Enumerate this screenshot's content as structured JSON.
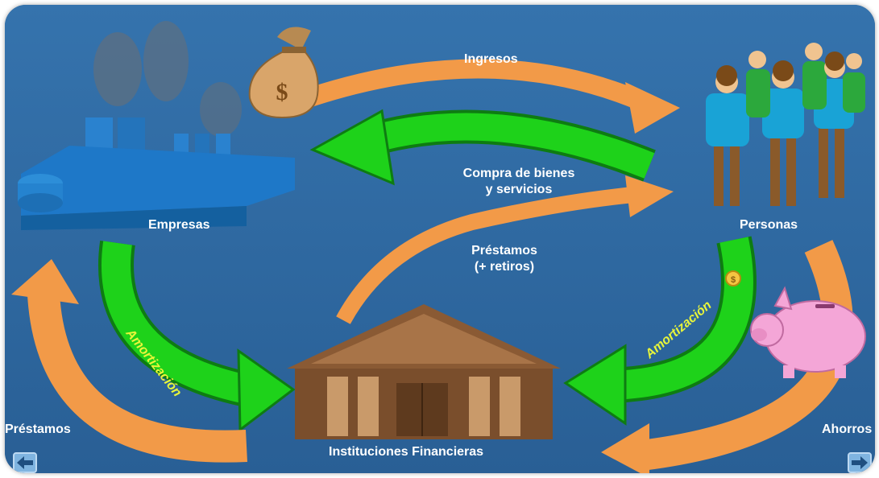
{
  "diagram": {
    "labels": {
      "ingresos": "Ingresos",
      "compra_line1": "Compra de bienes",
      "compra_line2": "y servicios",
      "empresas": "Empresas",
      "personas": "Personas",
      "prestamos_retiros_line1": "Préstamos",
      "prestamos_retiros_line2": "(+ retiros)",
      "amortizacion_left": "Amortización",
      "amortizacion_right": "Amortización",
      "instituciones": "Instituciones Financieras",
      "prestamos_left": "Préstamos",
      "ahorros": "Ahorros"
    },
    "icons": {
      "money_bag_symbol": "$",
      "coin_symbol": "$"
    },
    "colors": {
      "background": "#2f6aa3",
      "orange_arrow": "#f29a48",
      "green_arrow": "#1ed21a",
      "amortization_text": "#e8f53a"
    }
  }
}
